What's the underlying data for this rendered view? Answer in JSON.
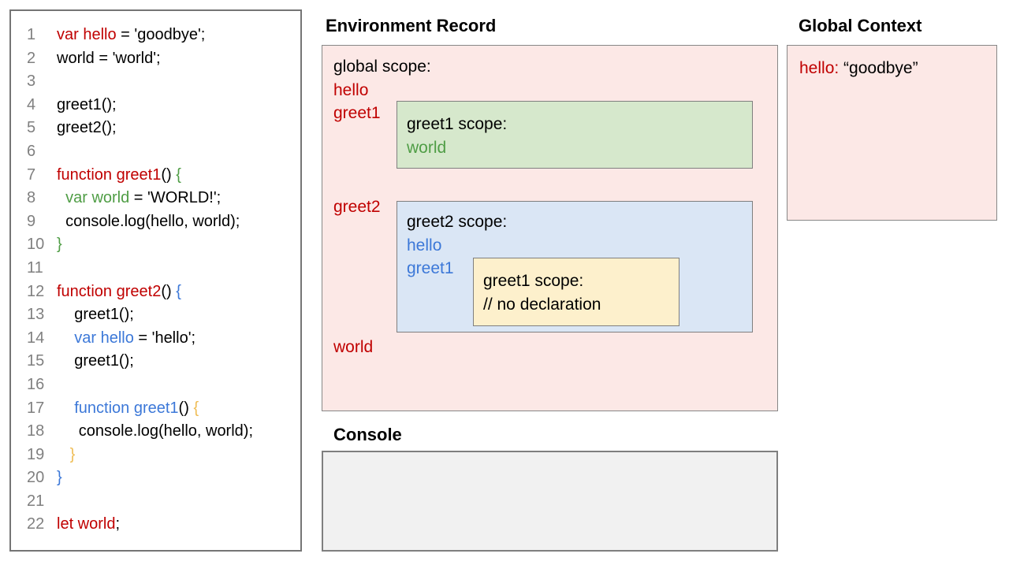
{
  "colors": {
    "red": "#c00000",
    "green": "#4f9d45",
    "blue": "#3c78d8",
    "orange": "#efbd55",
    "black": "#000000",
    "line_number_gray": "#808080",
    "env_pink_fill": "#fce8e6",
    "greet1_green_fill": "#d6e8cc",
    "greet2_blue_fill": "#dae6f5",
    "inner_yellow_fill": "#fdf0cc",
    "console_gray_fill": "#f1f1f1",
    "border_gray": "#7f7f7f"
  },
  "code": {
    "lines": [
      {
        "n": "1",
        "seg": [
          {
            "t": "var hello",
            "c": "red"
          },
          {
            "t": " = 'goodbye';",
            "c": "black"
          }
        ]
      },
      {
        "n": "2",
        "seg": [
          {
            "t": "world = 'world';",
            "c": "black"
          }
        ]
      },
      {
        "n": "3",
        "seg": []
      },
      {
        "n": "4",
        "seg": [
          {
            "t": "greet1();",
            "c": "black"
          }
        ]
      },
      {
        "n": "5",
        "seg": [
          {
            "t": "greet2();",
            "c": "black"
          }
        ]
      },
      {
        "n": "6",
        "seg": []
      },
      {
        "n": "7",
        "seg": [
          {
            "t": "function greet1",
            "c": "red"
          },
          {
            "t": "() ",
            "c": "black"
          },
          {
            "t": "{",
            "c": "green"
          }
        ]
      },
      {
        "n": "8",
        "seg": [
          {
            "t": "  var world",
            "c": "green"
          },
          {
            "t": " = 'WORLD!';",
            "c": "black"
          }
        ]
      },
      {
        "n": "9",
        "seg": [
          {
            "t": "  console.log(hello, world);",
            "c": "black"
          }
        ]
      },
      {
        "n": "10",
        "seg": [
          {
            "t": "}",
            "c": "green"
          }
        ]
      },
      {
        "n": "11",
        "seg": []
      },
      {
        "n": "12",
        "seg": [
          {
            "t": "function greet2",
            "c": "red"
          },
          {
            "t": "() ",
            "c": "black"
          },
          {
            "t": "{",
            "c": "blue"
          }
        ]
      },
      {
        "n": "13",
        "seg": [
          {
            "t": "    greet1();",
            "c": "black"
          }
        ]
      },
      {
        "n": "14",
        "seg": [
          {
            "t": "    var hello",
            "c": "blue"
          },
          {
            "t": " = 'hello';",
            "c": "black"
          }
        ]
      },
      {
        "n": "15",
        "seg": [
          {
            "t": "    greet1();",
            "c": "black"
          }
        ]
      },
      {
        "n": "16",
        "seg": []
      },
      {
        "n": "17",
        "seg": [
          {
            "t": "    function greet1",
            "c": "blue"
          },
          {
            "t": "() ",
            "c": "black"
          },
          {
            "t": "{",
            "c": "orange"
          }
        ]
      },
      {
        "n": "18",
        "seg": [
          {
            "t": "     console.log(hello, world);",
            "c": "black"
          }
        ]
      },
      {
        "n": "19",
        "seg": [
          {
            "t": "   }",
            "c": "orange"
          }
        ]
      },
      {
        "n": "20",
        "seg": [
          {
            "t": "}",
            "c": "blue"
          }
        ]
      },
      {
        "n": "21",
        "seg": []
      },
      {
        "n": "22",
        "seg": [
          {
            "t": "let world",
            "c": "red"
          },
          {
            "t": ";",
            "c": "black"
          }
        ]
      }
    ]
  },
  "environment_record": {
    "title": "Environment Record",
    "global_label": "global scope:",
    "labels": {
      "hello": "hello",
      "greet1": "greet1",
      "greet2": "greet2",
      "world": "world"
    },
    "greet1_box": {
      "title": "greet1 scope:",
      "var1": "world"
    },
    "greet2_box": {
      "title": "greet2 scope:",
      "var1": "hello",
      "var2": "greet1"
    },
    "inner_greet1_box": {
      "title": "greet1 scope:",
      "comment": "// no declaration"
    }
  },
  "global_context": {
    "title": "Global Context",
    "entry_key": "hello:",
    "entry_value": "“goodbye”"
  },
  "console": {
    "title": "Console"
  }
}
